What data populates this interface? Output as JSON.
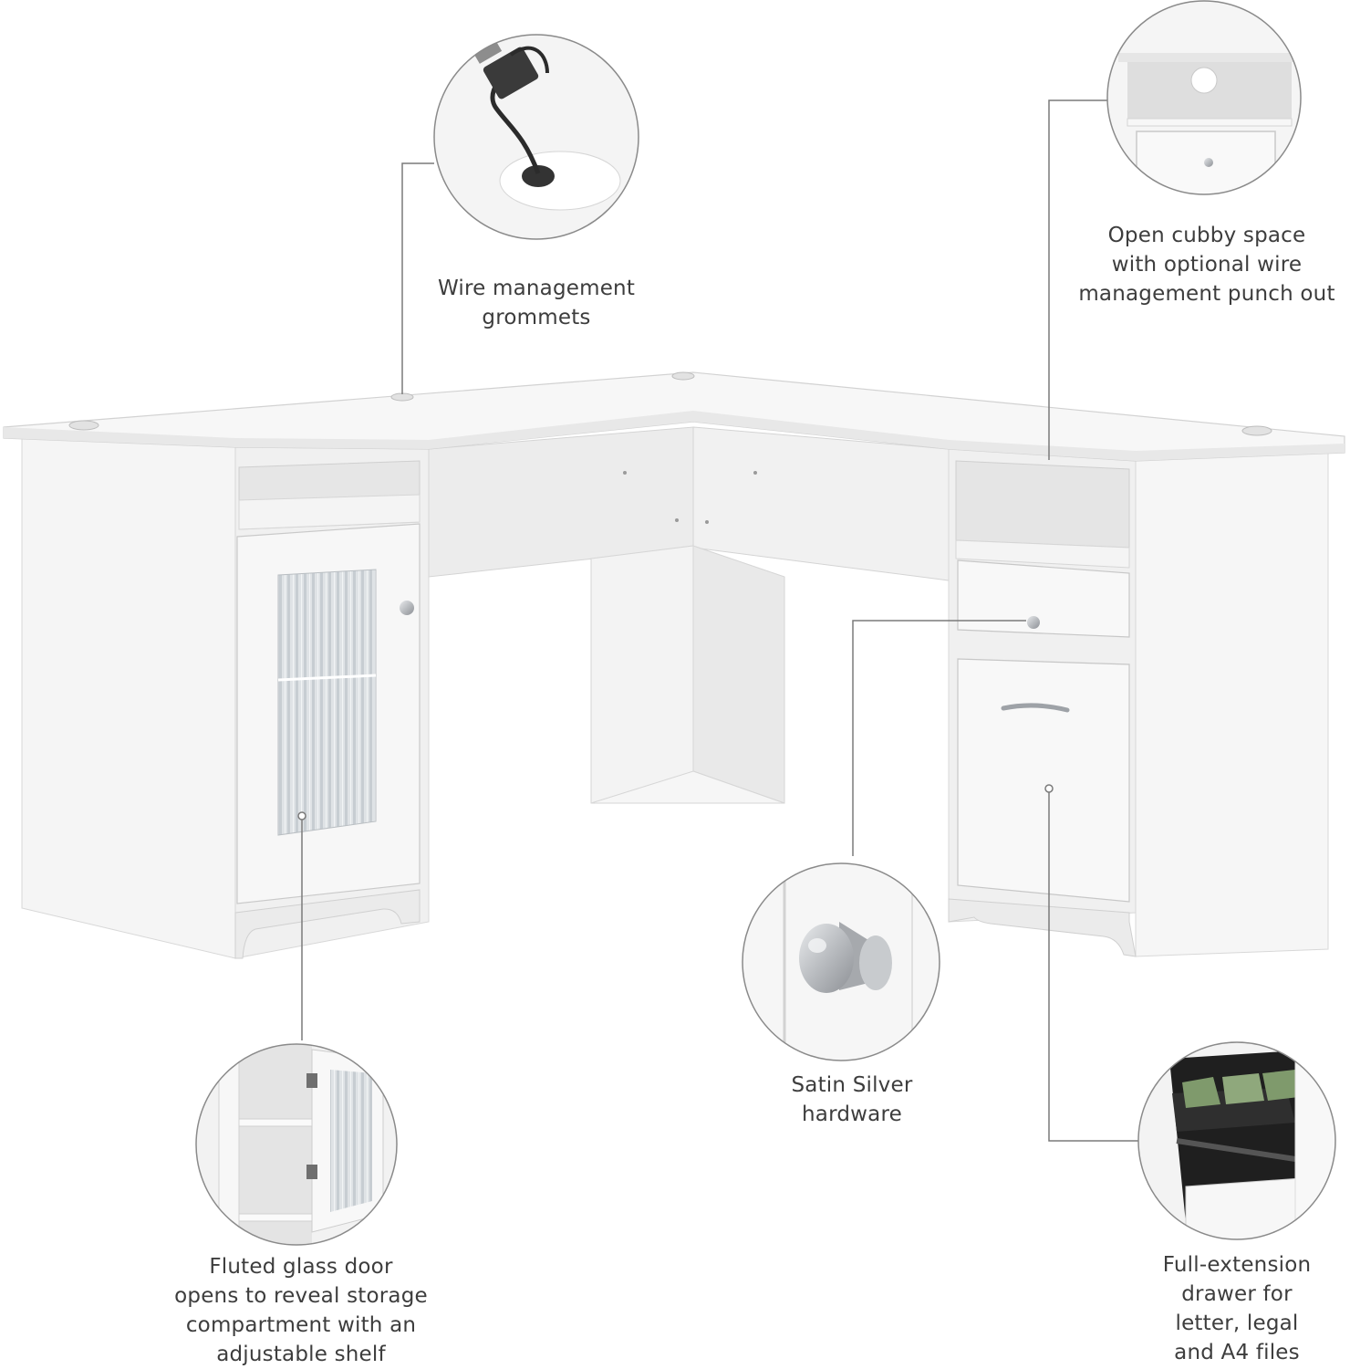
{
  "callouts": {
    "wire_grommets": {
      "lines": [
        "Wire management",
        "grommets"
      ]
    },
    "cubby": {
      "lines": [
        "Open cubby space",
        "with optional wire",
        "management punch out"
      ]
    },
    "hardware": {
      "lines": [
        "Satin Silver",
        "hardware"
      ]
    },
    "glass_door": {
      "lines": [
        "Fluted glass door",
        "opens to reveal storage",
        "compartment with an",
        "adjustable shelf"
      ]
    },
    "drawer": {
      "lines": [
        "Full-extension",
        "drawer for",
        "letter, legal",
        "and A4 files"
      ]
    }
  },
  "colors": {
    "desk_white": "#f4f4f4",
    "desk_shadow": "#e2e2e2",
    "leader_line": "#7a7a7a",
    "label_text": "#3d3d3d",
    "hardware_silver": "#b9bcc0"
  }
}
